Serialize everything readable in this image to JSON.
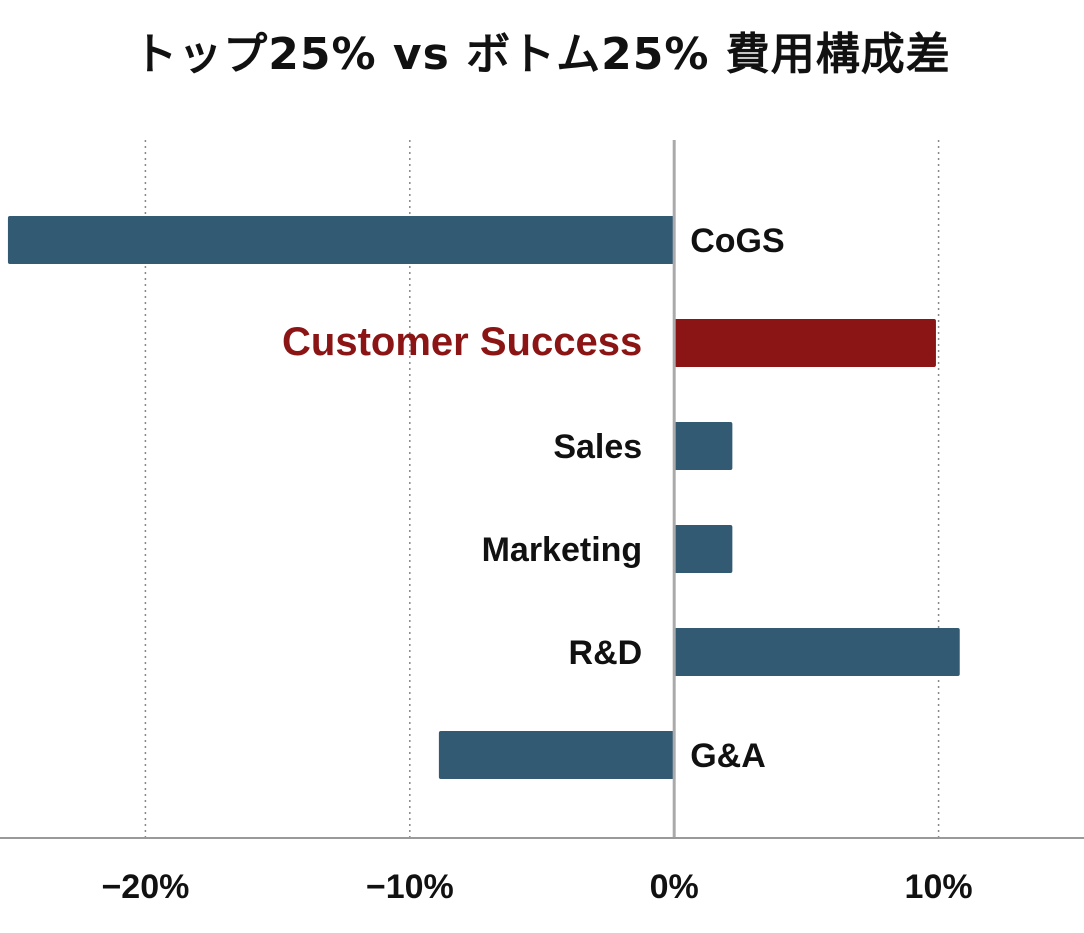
{
  "chart_data": {
    "type": "bar",
    "orientation": "horizontal",
    "title": "トップ25% vs ボトム25% 費用構成差",
    "xlabel": "",
    "ylabel": "",
    "categories": [
      "CoGS",
      "Customer Success",
      "Sales",
      "Marketing",
      "R&D",
      "G&A"
    ],
    "values": [
      -25.2,
      9.9,
      2.2,
      2.2,
      10.8,
      -8.9
    ],
    "highlight": "Customer Success",
    "xlim": [
      -25.5,
      15.5
    ],
    "x_ticks": [
      -20,
      -10,
      0,
      10
    ],
    "x_tick_labels": [
      "−20%",
      "−10%",
      "0%",
      "10%"
    ],
    "grid": "vertical-dotted",
    "colors": {
      "bar": "#325a73",
      "highlight": "#8b1414",
      "zero_line": "#aaaaaa",
      "grid": "#888888"
    }
  }
}
